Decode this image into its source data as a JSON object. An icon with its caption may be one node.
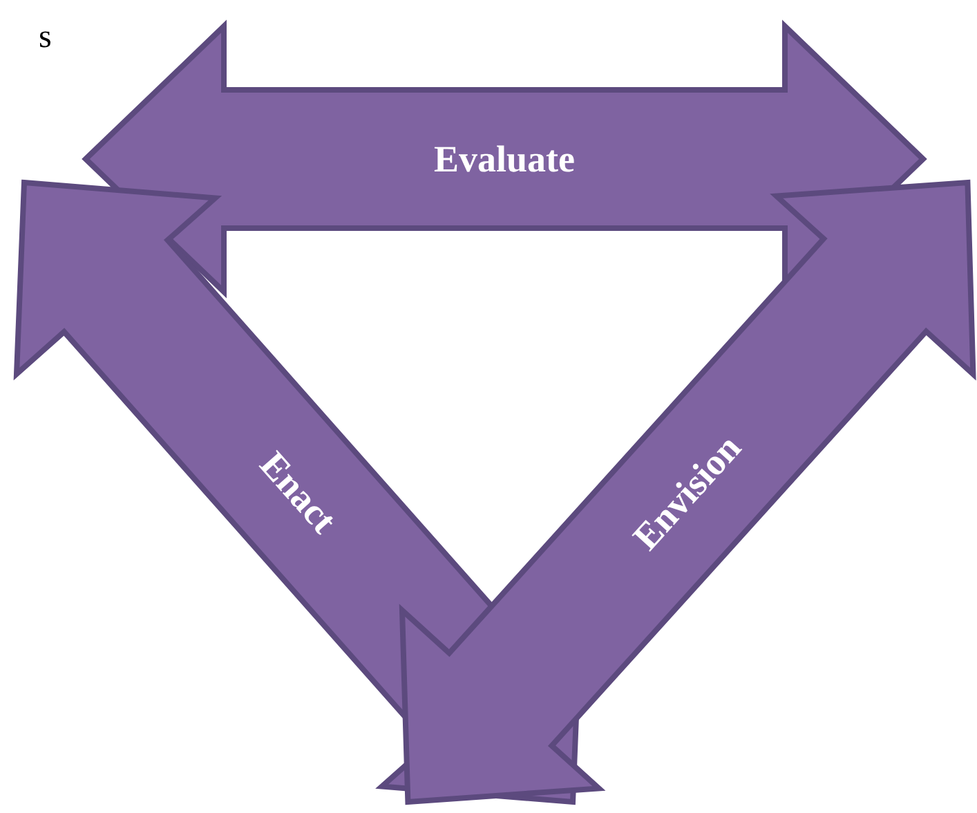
{
  "diagram": {
    "nodes": [
      {
        "text": [
          "Evaluate"
        ]
      },
      {
        "text": [
          "Enact"
        ]
      },
      {
        "text": [
          "Envision"
        ]
      }
    ],
    "labels": [
      "s"
    ]
  }
}
